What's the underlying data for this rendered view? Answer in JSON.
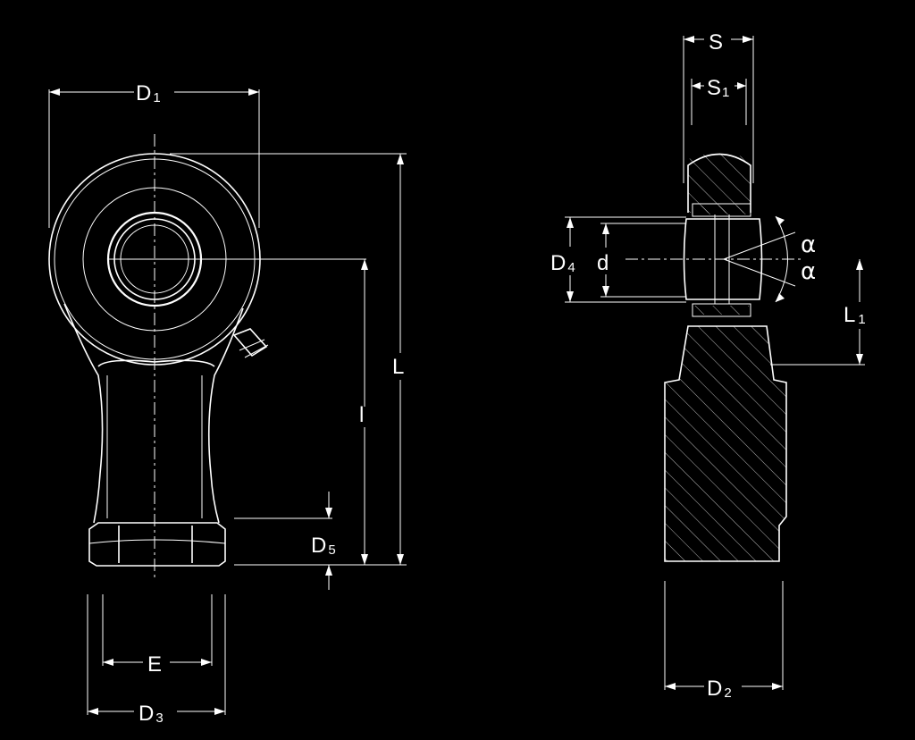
{
  "front_view": {
    "labels": {
      "D1_main": "D",
      "D1_sub": "1",
      "D3_main": "D",
      "D3_sub": "3",
      "E": "E",
      "D5_main": "D",
      "D5_sub": "5",
      "L": "L",
      "l": "l"
    }
  },
  "side_view": {
    "labels": {
      "S": "S",
      "S1_main": "S",
      "S1_sub": "1",
      "D4_main": "D",
      "D4_sub": "4",
      "d": "d",
      "alpha_upper": "α",
      "alpha_lower": "α",
      "L1_main": "L",
      "L1_sub": "1",
      "D2_main": "D",
      "D2_sub": "2"
    }
  }
}
